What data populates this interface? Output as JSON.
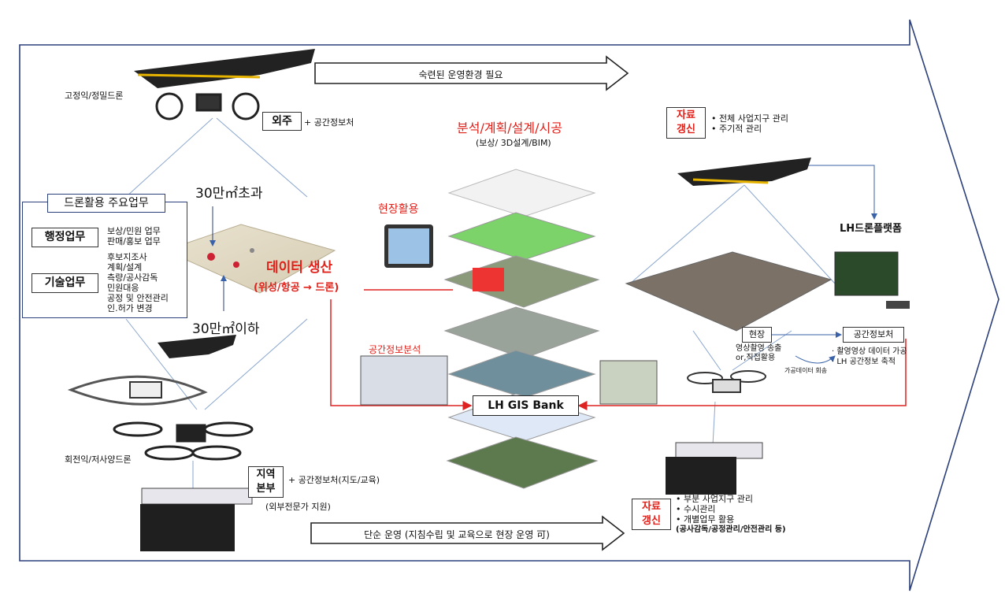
{
  "drone_types": {
    "fixed_wing": "고정익/정밀드론",
    "rotary_wing": "회전익/저사양드론"
  },
  "top_arrow": "숙련된 운영환경 필요",
  "bottom_arrow": "단순 운영 (지침수립 및 교육으로 현장 운영 可)",
  "outsource": {
    "label": "외주",
    "note": "+ 공간정보처"
  },
  "regional": {
    "label_line1": "지역",
    "label_line2": "본부",
    "note": "+ 공간정보처(지도/교육)",
    "sub": "(외부전문가 지원)"
  },
  "main_tasks": {
    "title": "드론활용 주요업무",
    "admin": {
      "label": "행정업무",
      "items": [
        "보상/민원 업무",
        "판매/홍보 업무"
      ]
    },
    "tech": {
      "label": "기술업무",
      "items": [
        "후보지조사",
        "계획/설계",
        "측량/공사감독",
        "민원대응",
        "공정 및 안전관리",
        "인.허가 변경"
      ]
    }
  },
  "area_over": "30만㎡초과",
  "area_under": "30만㎡이하",
  "data_production": {
    "title": "데이터 생산",
    "sub": "(위성/항공 → 드론)"
  },
  "analysis": {
    "title": "분석/계획/설계/시공",
    "sub": "(보상/ 3D설계/BIM)"
  },
  "field_use": "현장활용",
  "spatial_analysis": "공간정보분석",
  "gis_bank": "LH GIS Bank",
  "platform": "LH드론플랫폼",
  "update_top": {
    "label_line1": "자료",
    "label_line2": "갱신",
    "items": [
      "전체 사업지구 관리",
      "주기적 관리"
    ]
  },
  "update_bottom": {
    "label_line1": "자료",
    "label_line2": "갱신",
    "items": [
      "부분 사업지구 관리",
      "수시관리",
      "개별업무 활용"
    ],
    "extra": "(공사감독/공정관리/안전관리 등)"
  },
  "site": {
    "label": "현장",
    "desc_line1": "영상촬영 송출",
    "desc_line2": "or,직접활용",
    "loop": "가공데이터 회송"
  },
  "spatial_dept": {
    "label": "공간정보처",
    "items": [
      "촬영영상 데이터 가공",
      "LH 공간정보 축적"
    ]
  },
  "colors": {
    "accent_red": "#e0211a",
    "frame": "#2b3f7a",
    "box_border": "#2b3f7a"
  }
}
